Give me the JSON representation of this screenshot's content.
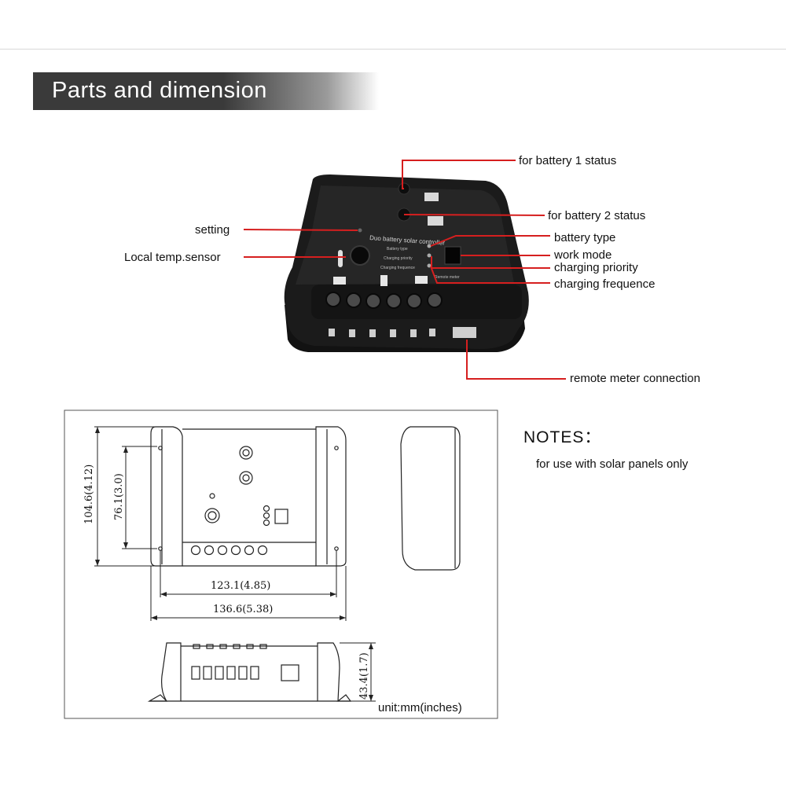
{
  "header": {
    "title": "Parts and dimension"
  },
  "callouts": {
    "battery1_status": "for battery 1 status",
    "battery2_status": "for battery 2  status",
    "setting": "setting",
    "local_temp_sensor": "Local temp.sensor",
    "battery_type": "battery type",
    "work_mode": "work  mode",
    "charging_priority": "charging priority",
    "charging_frequence": "charging frequence",
    "remote_meter": "remote meter connection"
  },
  "device_labels": {
    "product_name": "Duo battery solar controller",
    "battery_type": "Battery type",
    "charging_priority": "Charging priority",
    "charging_frequence": "Charging frequence",
    "remote_meter": "Remote meter"
  },
  "notes": {
    "title": "NOTES：",
    "text": "for  use with solar panels only"
  },
  "dimensions": {
    "height_total": "104.6(4.12)",
    "hole_spacing_vertical": "76.1(3.0)",
    "hole_spacing_horizontal": "123.1(4.85)",
    "width_total": "136.6(5.38)",
    "depth": "43.4(1.7)"
  },
  "unit": "unit:mm(inches)",
  "colors": {
    "leader": "#d61f1f",
    "banner": "#3a3a3a",
    "device": "#1a1a1a"
  }
}
